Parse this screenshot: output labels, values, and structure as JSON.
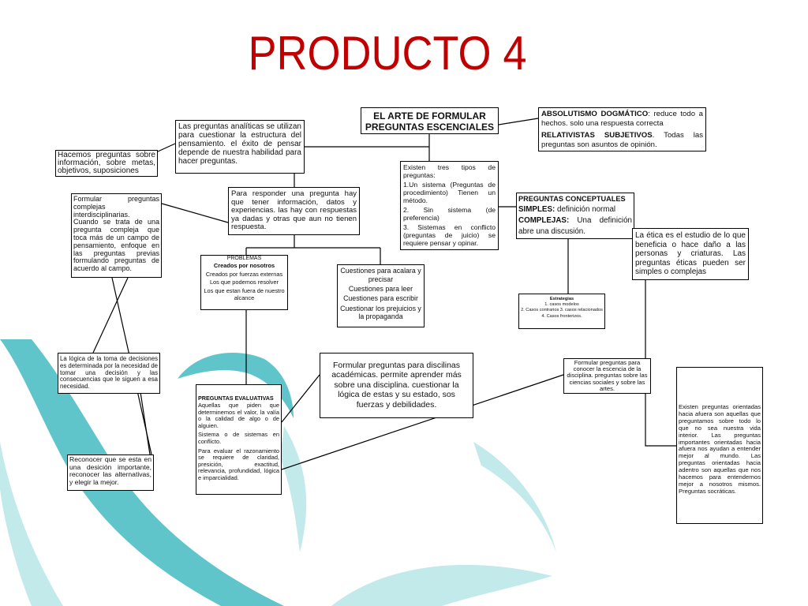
{
  "slide": {
    "title": "PRODUCTO 4"
  },
  "colors": {
    "title": "#c00000",
    "decoration": "#4fbfc4",
    "decoration_light": "#b9e6e8",
    "box_border": "#000000"
  },
  "map": {
    "central": {
      "line1": "EL ARTE DE FORMULAR",
      "line2": "PREGUNTAS ESCENCIALES"
    },
    "absolutismo": {
      "term1": "ABSOLUTISMO DOGMÁTICO",
      "text1": ": reduce todo a hechos. solo una respuesta correcta",
      "term2": "RELATIVISTAS SUBJETIVOS",
      "text2": ". Todas las preguntas son asuntos de opinión."
    },
    "analiticas": {
      "text": "Las preguntas analíticas se utilizan para cuestionar la estructura del pensamiento. el éxito de pensar depende de nuestra habilidad para hacer preguntas."
    },
    "hacemos": {
      "text": "Hacemos preguntas sobre información, sobre metas, objetivos, suposiciones"
    },
    "tipos": {
      "paragraphs": [
        "Existen tres tipos de preguntas:",
        "1.Un sistema (Preguntas de procedimiento) Tienen un método.",
        "2. Sin sistema (de preferencia)",
        "3. Sistemas en conflicto (preguntas de juicio) se requiere pensar y opinar."
      ]
    },
    "complejas": {
      "paragraphs": [
        "Formular preguntas complejas interdisciplinarias.",
        "Cuando se trata de una pregunta compleja que toca más de un campo de pensamiento, enfoque en las preguntas previas formulando preguntas de acuerdo al campo."
      ]
    },
    "responder": {
      "text": "Para responder una pregunta hay que tener información, datos y experiencias. las hay con respuestas ya dadas y otras que aun no tienen respuesta."
    },
    "conceptuales": {
      "title": "PREGUNTAS CONCEPTUALES",
      "simples_term": "SIMPLES:",
      "simples_text": " definición normal",
      "complejas_term": "COMPLEJAS:",
      "complejas_text": " Una definición abre una discusión."
    },
    "etica": {
      "text": "La ética es el estudio de lo que beneficia o hace daño a las personas y criaturas. Las preguntas éticas pueden ser simples o complejas"
    },
    "problemas": {
      "title": "PROBLEMAS",
      "items": [
        "Creados por nosotros",
        "Creados por fuerzas externas",
        "Los que podemos resolver",
        "Los que estan fuera de nuestro alcance"
      ]
    },
    "cuestiones": {
      "items": [
        "Cuestiones para acalara y precisar",
        "Cuestiones para leer",
        "Cuestiones para escribir",
        "Cuestionar los prejuicios y la propaganda"
      ]
    },
    "estrategias": {
      "title": "Estrategias",
      "items": [
        "1. casos modelos",
        "2. Casos contrarios 3. casos relacionados",
        "4. Casos fronterizos."
      ]
    },
    "logica": {
      "text": "La lógica de la toma de decisiones es determinada por la necesidad de tomar una decisión y las consecuencias que le siguen a esa necesidad."
    },
    "disciplinas": {
      "text": "Formular preguntas para discilinas académicas. permite aprender más sobre una disciplina. cuestionar la lógica de estas y su estado, sos fuerzas y debilidades."
    },
    "esencia": {
      "text": "Formular preguntas para conocer la escencia de la disciplina. preguntas sobre las ciencias sociales y sobre las artes."
    },
    "evaluativas": {
      "title": "PREGUNTAS EVALUATIVAS",
      "paragraphs": [
        "Aquellas que piden que determinemos el valor, la valía o la calidad de algo o de alguien.",
        "Sistema o de sistemas en conflicto.",
        "Para evaluar el razonamiento se requiere de claridad, presición, exactitud, relevancia, profundidad, lógica e imparcialidad."
      ]
    },
    "orientadas": {
      "text": "Existen preguntas orientadas hacia afuera son aquellas que preguntamos sobre todo lo que no sea nuestra vida interior. Las preguntas importantes orientadas hacia afuera nos ayudan a entender mejor al mundo. Las preguntas orientadas hacia adentro son aquellas que nos hacemos para entendernos mejor a nosotros mismos. Preguntas socráticas."
    },
    "reconocer": {
      "text": "Reconocer que se esta en una desición importante, reconocer las alternativas, y elegir la mejor."
    }
  }
}
